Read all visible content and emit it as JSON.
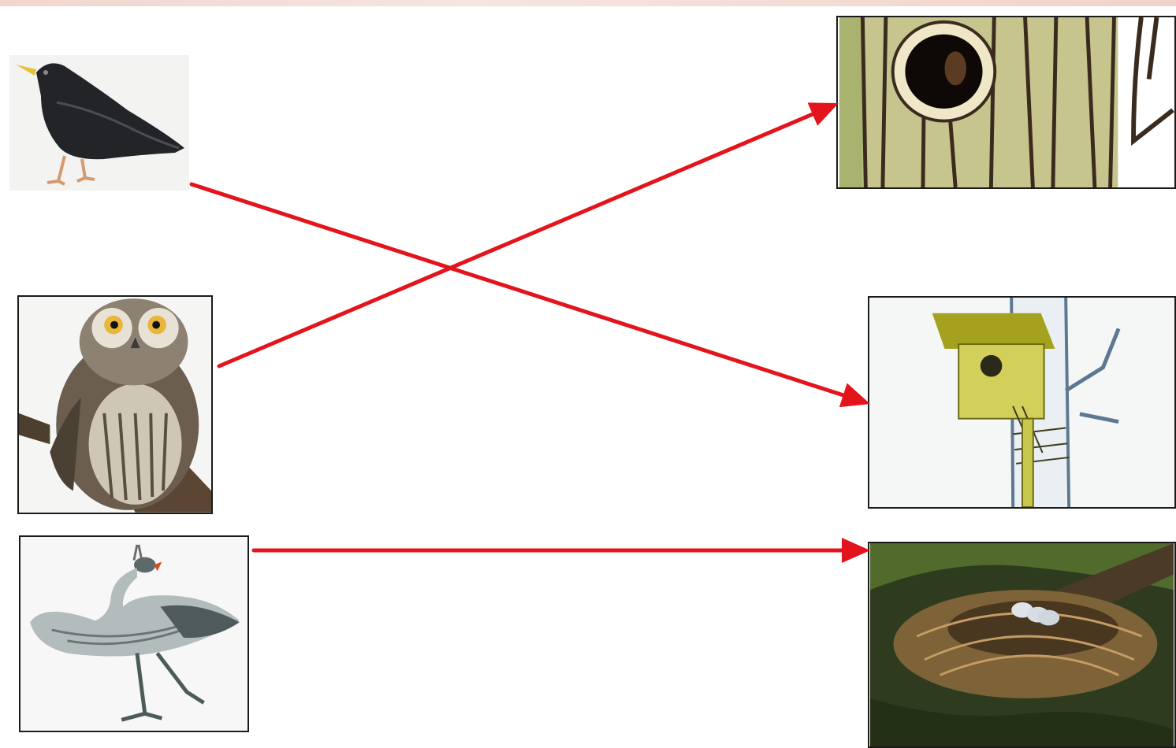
{
  "diagram": {
    "birds": [
      {
        "id": "starling",
        "icon": "starling-icon"
      },
      {
        "id": "owl",
        "icon": "owl-icon"
      },
      {
        "id": "crane",
        "icon": "crane-icon"
      }
    ],
    "homes": [
      {
        "id": "tree-hollow",
        "icon": "tree-hollow-icon"
      },
      {
        "id": "birdhouse",
        "icon": "birdhouse-icon"
      },
      {
        "id": "grass-nest",
        "icon": "nest-icon"
      }
    ],
    "connections": [
      {
        "from": "starling",
        "to": "birdhouse"
      },
      {
        "from": "owl",
        "to": "tree-hollow"
      },
      {
        "from": "crane",
        "to": "grass-nest"
      }
    ],
    "colors": {
      "arrow": "#e3141b",
      "frame": "#1b1b1b"
    }
  }
}
